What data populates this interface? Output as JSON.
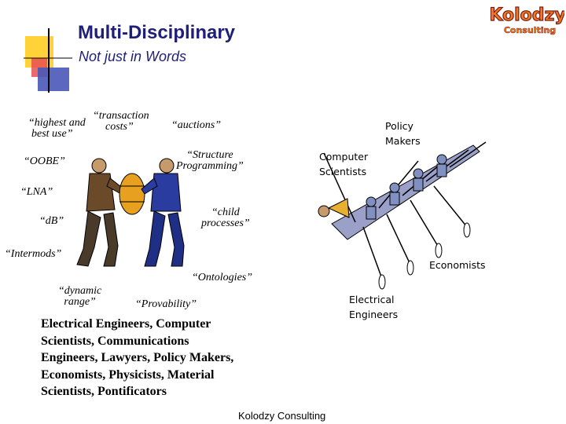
{
  "slide": {
    "title": "Multi-Disciplinary",
    "subtitle": "Not just in Words"
  },
  "logo": {
    "text": "Kolodzy",
    "tagline": "Consulting"
  },
  "quotes": {
    "highest_line1": "“highest and",
    "highest_line2": "best use”",
    "transaction_line1": "“transaction",
    "transaction_line2": "costs”",
    "auctions": "“auctions”",
    "oobe": "“OOBE”",
    "structure_line1": "“Structure",
    "structure_line2": "Programming”",
    "lna": "“LNA”",
    "child_line1": "“child",
    "child_line2": "processes”",
    "db": "“dB”",
    "intermods": "“Intermods”",
    "ontologies": "“Ontologies”",
    "dynamic_line1": "“dynamic",
    "dynamic_line2": "range”",
    "provability": "“Provability”"
  },
  "boat_labels": {
    "policy_line1": "Policy",
    "policy_line2": "Makers",
    "computer_line1": "Computer",
    "computer_line2": "Scientists",
    "economists": "Economists",
    "electrical_line1": "Electrical",
    "electrical_line2": "Engineers"
  },
  "disciplines": [
    "Electrical Engineers, Computer",
    "Scientists, Communications",
    "Engineers, Lawyers, Policy Makers,",
    "Economists, Physicists, Material",
    "Scientists, Pontificators"
  ],
  "footer": "Kolodzy Consulting",
  "colors": {
    "title": "#1f1f7a",
    "logo_fill": "#f07a20",
    "logo_outline": "#7a1a12",
    "deco_yellow": "#ffd23a",
    "deco_red": "#e85050",
    "deco_blue": "#4a58b8"
  }
}
